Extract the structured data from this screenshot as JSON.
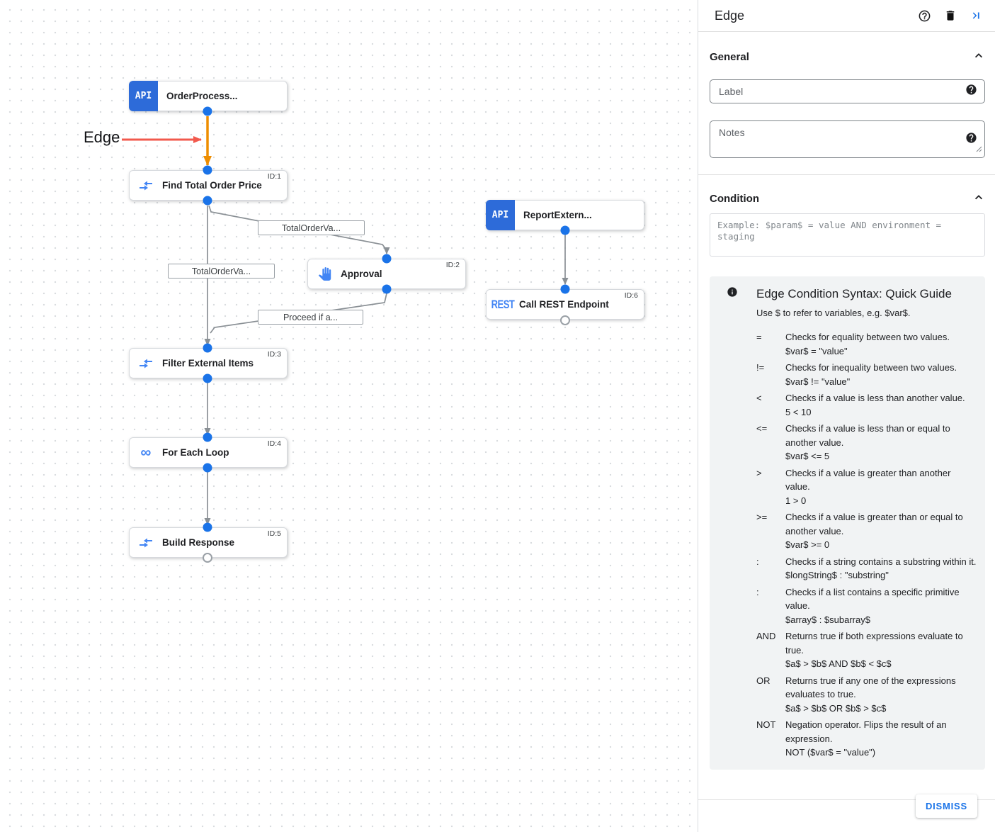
{
  "canvas": {
    "annotation_label": "Edge",
    "api_badge_text": "API",
    "rest_icon_text": "REST",
    "nodes": [
      {
        "title": "OrderProcess...",
        "id": "",
        "icon": "api"
      },
      {
        "title": "Find Total Order Price",
        "id": "ID:1",
        "icon": "data-mapping"
      },
      {
        "title": "Approval",
        "id": "ID:2",
        "icon": "approval-hand"
      },
      {
        "title": "ReportExtern...",
        "id": "",
        "icon": "api"
      },
      {
        "title": "Call REST Endpoint",
        "id": "ID:6",
        "icon": "rest"
      },
      {
        "title": "Filter External Items",
        "id": "ID:3",
        "icon": "data-mapping"
      },
      {
        "title": "For Each Loop",
        "id": "ID:4",
        "icon": "loop"
      },
      {
        "title": "Build Response",
        "id": "ID:5",
        "icon": "data-mapping"
      }
    ],
    "edge_labels": [
      {
        "text": "TotalOrderVa..."
      },
      {
        "text": "TotalOrderVa..."
      },
      {
        "text": "Proceed if a..."
      }
    ]
  },
  "panel": {
    "title": "Edge",
    "general": {
      "heading": "General",
      "label_placeholder": "Label",
      "notes_placeholder": "Notes"
    },
    "condition": {
      "heading": "Condition",
      "placeholder": "Example: $param$ = value AND environment = staging"
    },
    "guide": {
      "title": "Edge Condition Syntax: Quick Guide",
      "intro": "Use $ to refer to variables, e.g. $var$.",
      "rows": [
        {
          "op": "=",
          "desc": "Checks for equality between two values.",
          "example": "$var$ = \"value\""
        },
        {
          "op": "!=",
          "desc": "Checks for inequality between two values.",
          "example": "$var$ != \"value\""
        },
        {
          "op": "<",
          "desc": "Checks if a value is less than another value.",
          "example": "5 < 10"
        },
        {
          "op": "<=",
          "desc": "Checks if a value is less than or equal to another value.",
          "example": "$var$ <= 5"
        },
        {
          "op": ">",
          "desc": "Checks if a value is greater than another value.",
          "example": "1 > 0"
        },
        {
          "op": ">=",
          "desc": "Checks if a value is greater than or equal to another value.",
          "example": "$var$ >= 0"
        },
        {
          "op": ":",
          "desc": "Checks if a string contains a substring within it.",
          "example": "$longString$ : \"substring\""
        },
        {
          "op": ":",
          "desc": "Checks if a list contains a specific primitive value.",
          "example": "$array$ : $subarray$"
        },
        {
          "op": "AND",
          "desc": "Returns true if both expressions evaluate to true.",
          "example": "$a$ > $b$ AND $b$ < $c$"
        },
        {
          "op": "OR",
          "desc": "Returns true if any one of the expressions evaluates to true.",
          "example": "$a$ > $b$ OR $b$ > $c$"
        },
        {
          "op": "NOT",
          "desc": "Negation operator. Flips the result of an expression.",
          "example": "NOT ($var$ = \"value\")"
        }
      ]
    },
    "dismiss_label": "DISMISS"
  },
  "colors": {
    "accent_blue": "#1a73e8",
    "icon_blue": "#4285f4",
    "api_badge_blue": "#2d6bd9",
    "selected_edge_orange": "#ee8d00",
    "annotation_red": "#f2594d",
    "edge_gray": "#8a9095",
    "guide_background": "#f1f3f4"
  }
}
